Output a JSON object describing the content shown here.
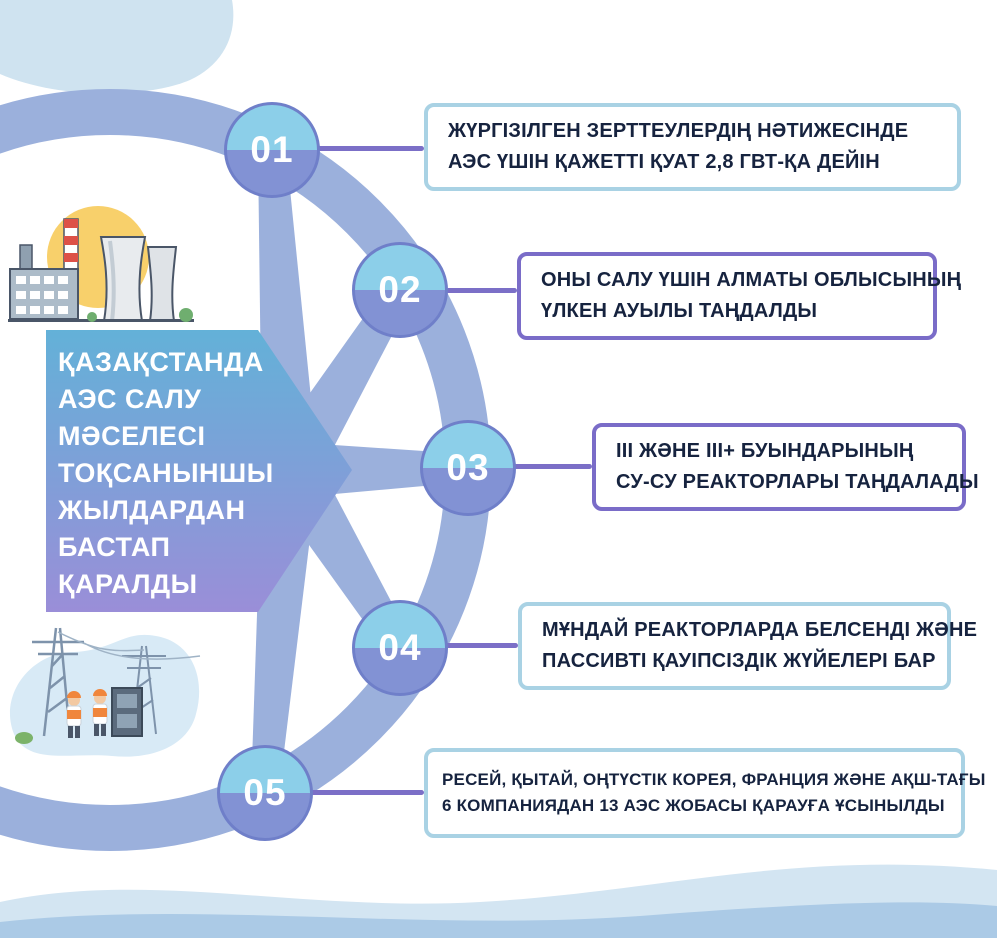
{
  "infographic": {
    "center_title": {
      "lines": [
        "ҚАЗАҚСТАНДА",
        "АЭС САЛУ",
        "МӘСЕЛЕСІ",
        "ТОҚСАНЫНШЫ",
        "ЖЫЛДАРДАН",
        "БАСТАП",
        "ҚАРАЛДЫ"
      ]
    },
    "steps": [
      {
        "number": "01",
        "lines": [
          "ЖҮРГІЗІЛГЕН ЗЕРТТЕУЛЕРДІҢ НӘТИЖЕСІНДЕ",
          "АЭС ҮШІН ҚАЖЕТТІ ҚУАТ 2,8 ГВТ-ҚА ДЕЙІН"
        ],
        "border_color": "#a9d2e4"
      },
      {
        "number": "02",
        "lines": [
          "ОНЫ САЛУ ҮШІН АЛМАТЫ ОБЛЫСЫНЫҢ",
          "ҮЛКЕН АУЫЛЫ ТАҢДАЛДЫ"
        ],
        "border_color": "#7a6cc8"
      },
      {
        "number": "03",
        "lines": [
          "III ЖӘНЕ III+ БУЫНДАРЫНЫҢ",
          "СУ-СУ РЕАКТОРЛАРЫ ТАҢДАЛАДЫ"
        ],
        "border_color": "#7a6cc8"
      },
      {
        "number": "04",
        "lines": [
          "МҰНДАЙ РЕАКТОРЛАРДА БЕЛСЕНДІ ЖӘНЕ",
          "ПАССИВТІ ҚАУІПСІЗДІК ЖҮЙЕЛЕРІ БАР"
        ],
        "border_color": "#a9d2e4"
      },
      {
        "number": "05",
        "lines": [
          "РЕСЕЙ, ҚЫТАЙ, ОҢТҮСТІК КОРЕЯ, ФРАНЦИЯ ЖӘНЕ АҚШ-ТАҒЫ",
          "6 КОМПАНИЯДАН 13 АЭС ЖОБАСЫ ҚАРАУҒА ҰСЫНЫЛДЫ"
        ],
        "border_color": "#a9d2e4"
      }
    ],
    "illustrations": [
      {
        "name": "nuclear-power-plant-illustration"
      },
      {
        "name": "power-line-workers-illustration"
      }
    ],
    "colors": {
      "ring": "#9bb0dc",
      "spoke": "#9bb0dc",
      "banner_top": "#63b1d8",
      "banner_bottom": "#9a8ed8",
      "node_top": "#8ccfe9",
      "node_bottom": "#8292d4",
      "node_border": "#6f7fc9",
      "connector": "#7b6fc7",
      "box_text": "#16233f",
      "accent_blue": "#a9d2e4",
      "accent_purple": "#7a6cc8",
      "wave_light": "#d3e5f2",
      "wave_medium": "#abcae6",
      "corner_blob": "#cfe3f0",
      "sun_yellow": "#f8d06b"
    }
  }
}
